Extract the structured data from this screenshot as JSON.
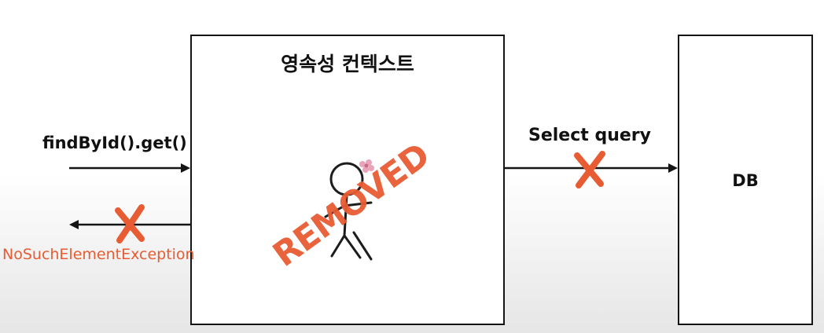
{
  "persistence_context": {
    "title": "영속성 컨텍스트",
    "stamp": "REMOVED"
  },
  "database": {
    "label": "DB"
  },
  "request": {
    "label": "findById().get()"
  },
  "response": {
    "label": "NoSuchElementException"
  },
  "query": {
    "label": "Select query"
  },
  "colors": {
    "accent": "#e85c33",
    "line": "#151515",
    "flower": "#e8a4b8"
  }
}
